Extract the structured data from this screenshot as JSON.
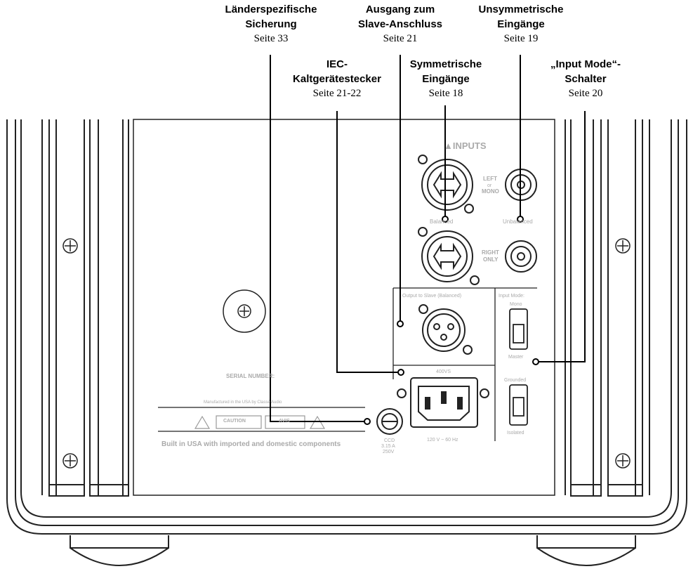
{
  "callouts": {
    "fuse": {
      "line1": "Länderspezifische",
      "line2": "Sicherung",
      "page": "Seite 33"
    },
    "slave": {
      "line1": "Ausgang zum",
      "line2": "Slave-Anschluss",
      "page": "Seite 21"
    },
    "unbalanced": {
      "line1": "Unsymmetrische",
      "line2": "Eingänge",
      "page": "Seite 19"
    },
    "iec": {
      "line1": "IEC-",
      "line2": "Kaltgerätestecker",
      "page": "Seite 21-22"
    },
    "balanced": {
      "line1": "Symmetrische",
      "line2": "Eingänge",
      "page": "Seite 18"
    },
    "input_mode": {
      "line1": "„Input Mode“-",
      "line2": "Schalter",
      "page": "Seite 20"
    }
  },
  "panel": {
    "inputs_heading": "▲INPUTS",
    "left_label": [
      "LEFT",
      "or",
      "MONO"
    ],
    "right_label": [
      "RIGHT",
      "ONLY"
    ],
    "balanced_label": "Balanced",
    "unbalanced_label": "Unbalanced",
    "output_to_slave": "Output to Slave (Balanced)",
    "input_mode": "Input Mode:",
    "mono": "Mono",
    "master": "Master",
    "grounded": "Grounded",
    "isolated": "Isolated",
    "serial": "SERIAL NUMBER:",
    "voltage_top": "400VS",
    "voltage_bottom": "120 V ~ 60 Hz",
    "fuse_rating": [
      "CCD",
      "3.15 A",
      "250V"
    ],
    "caution": "CAUTION",
    "avis": "AVIS",
    "manufacturer_note": "Manufactured in the USA by Classé Audio",
    "built_in": "Built in USA with imported and domestic components"
  }
}
